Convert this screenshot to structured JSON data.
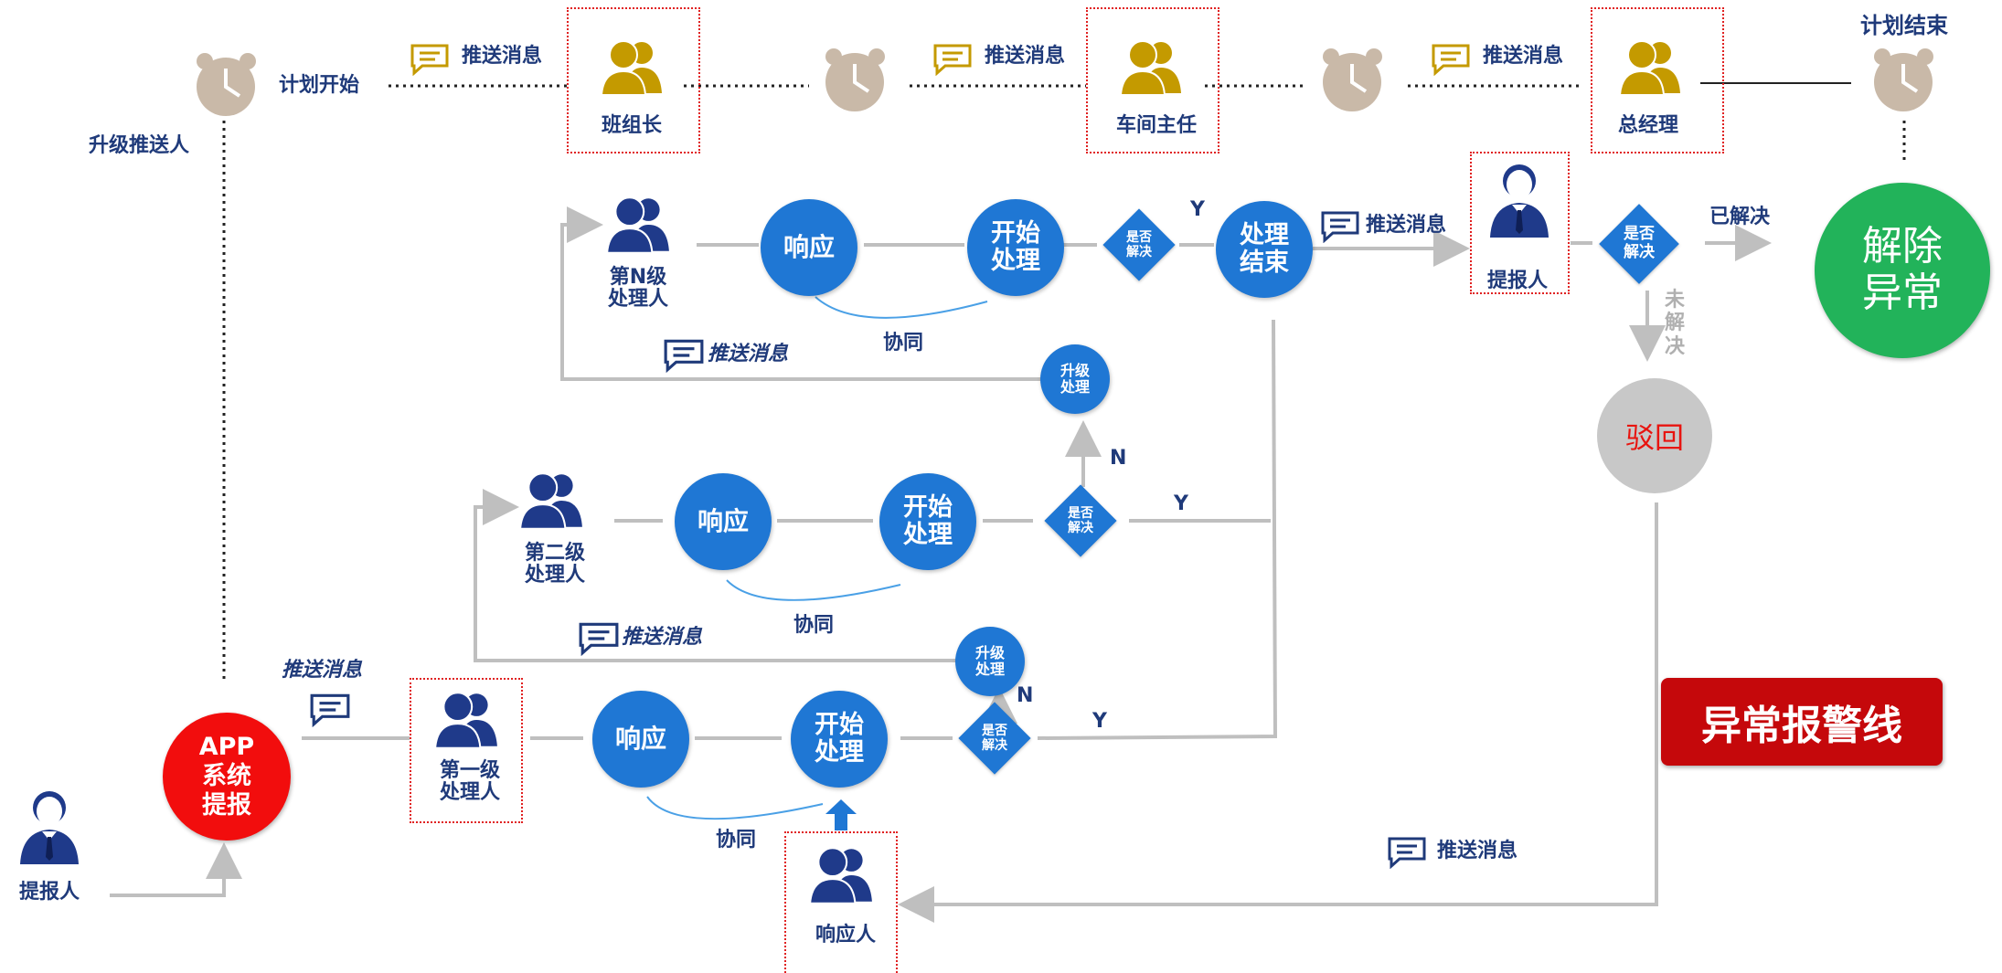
{
  "title_items": {
    "plan_start": "计划开始",
    "plan_end": "计划结束",
    "escalate_pusher": "升级推送人",
    "push_msg": "推送消息",
    "team_leader": "班组长",
    "workshop_director": "车间主任",
    "general_manager": "总经理"
  },
  "nodes": {
    "respond": "响应",
    "start_process_1": "开始",
    "start_process_2": "处理",
    "is_resolved_1": "是否",
    "is_resolved_2": "解决",
    "upgrade_1": "升级",
    "upgrade_2": "处理",
    "end_process_1": "处理",
    "end_process_2": "结束",
    "cooperate": "协同",
    "yes": "Y",
    "no": "N",
    "resolved": "已解决",
    "unresolved_1": "未",
    "unresolved_2": "解",
    "unresolved_3": "决",
    "clear_1": "解除",
    "clear_2": "异常",
    "reject": "驳回"
  },
  "people": {
    "level_n_1": "第N级",
    "level_n_2": "处理人",
    "level_2_1": "第二级",
    "level_2_2": "处理人",
    "level_1_1": "第一级",
    "level_1_2": "处理人",
    "reporter": "提报人",
    "responder": "响应人"
  },
  "app": {
    "line1": "APP",
    "line2": "系统",
    "line3": "提报"
  },
  "banner": "异常报警线",
  "colors": {
    "blue_node": "#1f77d4",
    "navy_text": "#1f3a7a",
    "gold_icon": "#c49a00",
    "clock": "#c9b9a8",
    "green": "#22b35a",
    "red": "#f20d0d",
    "banner_red": "#c5080b",
    "gray_line": "#bfbfbf"
  }
}
